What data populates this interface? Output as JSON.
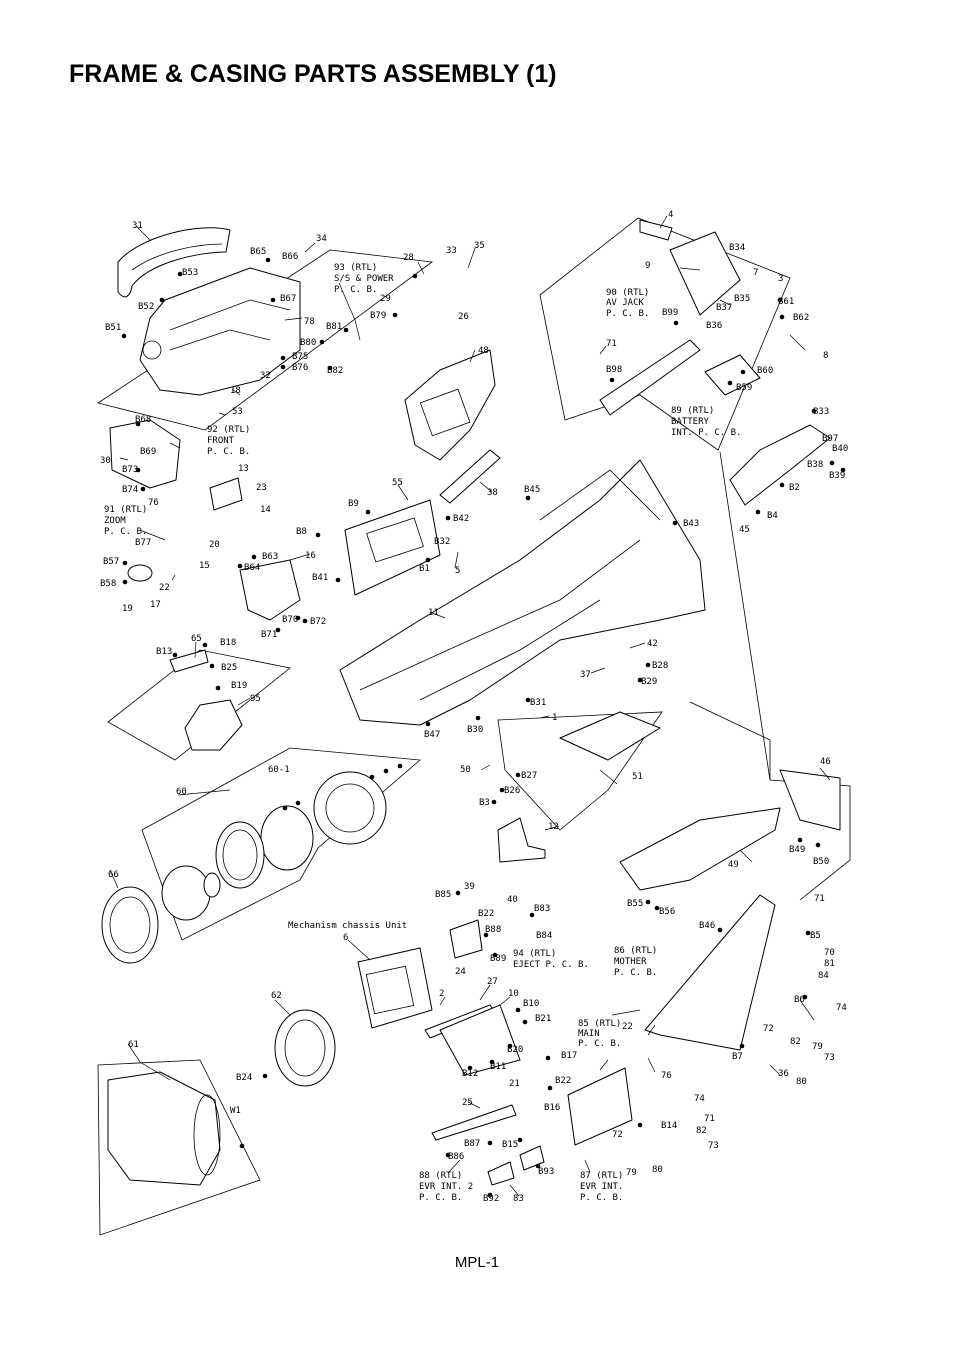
{
  "title": "FRAME & CASING PARTS ASSEMBLY (1)",
  "page_number": "MPL-1",
  "callouts": [
    {
      "id": "c1",
      "text": "31"
    },
    {
      "id": "c2",
      "text": "34"
    },
    {
      "id": "c3",
      "text": "B65"
    },
    {
      "id": "c4",
      "text": "B66"
    },
    {
      "id": "c5",
      "text": "B53"
    },
    {
      "id": "c6",
      "text": "B52"
    },
    {
      "id": "c7",
      "text": "B67"
    },
    {
      "id": "c8",
      "text": "B51"
    },
    {
      "id": "c9",
      "text": "78"
    },
    {
      "id": "c10",
      "text": "B80"
    },
    {
      "id": "c11",
      "text": "B75"
    },
    {
      "id": "c12",
      "text": "B76"
    },
    {
      "id": "c13",
      "text": "32"
    },
    {
      "id": "c14",
      "text": "18"
    },
    {
      "id": "c15",
      "text": "53"
    },
    {
      "id": "c16",
      "text": "28"
    },
    {
      "id": "c17",
      "text": "33"
    },
    {
      "id": "c18",
      "text": "35"
    },
    {
      "id": "c19",
      "text": "93 (RTL)"
    },
    {
      "id": "c20",
      "text": "S/S & POWER"
    },
    {
      "id": "c21",
      "text": "P. C. B."
    },
    {
      "id": "c22",
      "text": "29"
    },
    {
      "id": "c23",
      "text": "B79"
    },
    {
      "id": "c24",
      "text": "26"
    },
    {
      "id": "c25",
      "text": "B81"
    },
    {
      "id": "c26",
      "text": "B82"
    },
    {
      "id": "c27",
      "text": "48"
    },
    {
      "id": "c28",
      "text": "4"
    },
    {
      "id": "c29",
      "text": "B34"
    },
    {
      "id": "c30",
      "text": "9"
    },
    {
      "id": "c31",
      "text": "7"
    },
    {
      "id": "c32",
      "text": "3"
    },
    {
      "id": "c33",
      "text": "B35"
    },
    {
      "id": "c34",
      "text": "B37"
    },
    {
      "id": "c35",
      "text": "B36"
    },
    {
      "id": "c36",
      "text": "B61"
    },
    {
      "id": "c37",
      "text": "B62"
    },
    {
      "id": "c38",
      "text": "8"
    },
    {
      "id": "c39",
      "text": "90 (RTL)"
    },
    {
      "id": "c40",
      "text": "AV JACK"
    },
    {
      "id": "c41",
      "text": "P. C. B."
    },
    {
      "id": "c42",
      "text": "B99"
    },
    {
      "id": "c43",
      "text": "71"
    },
    {
      "id": "c44",
      "text": "B98"
    },
    {
      "id": "c45",
      "text": "B60"
    },
    {
      "id": "c46",
      "text": "B59"
    },
    {
      "id": "c47",
      "text": "89 (RTL)"
    },
    {
      "id": "c48",
      "text": "BATTERY"
    },
    {
      "id": "c49",
      "text": "INT.  P. C. B."
    },
    {
      "id": "c50",
      "text": "B33"
    },
    {
      "id": "c51",
      "text": "B97"
    },
    {
      "id": "c52",
      "text": "B40"
    },
    {
      "id": "c53",
      "text": "B38"
    },
    {
      "id": "c54",
      "text": "B39"
    },
    {
      "id": "c55",
      "text": "B2"
    },
    {
      "id": "c56",
      "text": "B4"
    },
    {
      "id": "c57",
      "text": "45"
    },
    {
      "id": "c58",
      "text": "B68"
    },
    {
      "id": "c59",
      "text": "92 (RTL)"
    },
    {
      "id": "c60",
      "text": "FRONT"
    },
    {
      "id": "c61",
      "text": "P. C. B."
    },
    {
      "id": "c62",
      "text": "B69"
    },
    {
      "id": "c63",
      "text": "30"
    },
    {
      "id": "c64",
      "text": "B73"
    },
    {
      "id": "c65",
      "text": "B74"
    },
    {
      "id": "c66",
      "text": "76"
    },
    {
      "id": "c67",
      "text": "13"
    },
    {
      "id": "c68",
      "text": "23"
    },
    {
      "id": "c69",
      "text": "14"
    },
    {
      "id": "c70",
      "text": "91 (RTL)"
    },
    {
      "id": "c71",
      "text": "ZOOM"
    },
    {
      "id": "c72",
      "text": "P. C. B."
    },
    {
      "id": "c73",
      "text": "B77"
    },
    {
      "id": "c74",
      "text": "20"
    },
    {
      "id": "c75",
      "text": "B63"
    },
    {
      "id": "c76",
      "text": "B64"
    },
    {
      "id": "c77",
      "text": "15"
    },
    {
      "id": "c78",
      "text": "16"
    },
    {
      "id": "c79",
      "text": "B57"
    },
    {
      "id": "c80",
      "text": "B58"
    },
    {
      "id": "c81",
      "text": "19"
    },
    {
      "id": "c82",
      "text": "17"
    },
    {
      "id": "c83",
      "text": "22"
    },
    {
      "id": "c84",
      "text": "B71"
    },
    {
      "id": "c85",
      "text": "B70"
    },
    {
      "id": "c86",
      "text": "B72"
    },
    {
      "id": "c87",
      "text": "B8"
    },
    {
      "id": "c88",
      "text": "B9"
    },
    {
      "id": "c89",
      "text": "55"
    },
    {
      "id": "c90",
      "text": "38"
    },
    {
      "id": "c91",
      "text": "B45"
    },
    {
      "id": "c92",
      "text": "B42"
    },
    {
      "id": "c93",
      "text": "B32"
    },
    {
      "id": "c94",
      "text": "B1"
    },
    {
      "id": "c95",
      "text": "5"
    },
    {
      "id": "c96",
      "text": "B41"
    },
    {
      "id": "c97",
      "text": "B43"
    },
    {
      "id": "c98",
      "text": "11"
    },
    {
      "id": "c99",
      "text": "42"
    },
    {
      "id": "c100",
      "text": "B28"
    },
    {
      "id": "c101",
      "text": "37"
    },
    {
      "id": "c102",
      "text": "B29"
    },
    {
      "id": "c103",
      "text": "B31"
    },
    {
      "id": "c104",
      "text": "1"
    },
    {
      "id": "c105",
      "text": "B30"
    },
    {
      "id": "c106",
      "text": "B47"
    },
    {
      "id": "c107",
      "text": "65"
    },
    {
      "id": "c108",
      "text": "B18"
    },
    {
      "id": "c109",
      "text": "B13"
    },
    {
      "id": "c110",
      "text": "B25"
    },
    {
      "id": "c111",
      "text": "B19"
    },
    {
      "id": "c112",
      "text": "95"
    },
    {
      "id": "c113",
      "text": "50"
    },
    {
      "id": "c114",
      "text": "B27"
    },
    {
      "id": "c115",
      "text": "B26"
    },
    {
      "id": "c116",
      "text": "B3"
    },
    {
      "id": "c117",
      "text": "51"
    },
    {
      "id": "c118",
      "text": "46"
    },
    {
      "id": "c119",
      "text": "12"
    },
    {
      "id": "c120",
      "text": "60-1"
    },
    {
      "id": "c121",
      "text": "60"
    },
    {
      "id": "c122",
      "text": "B49"
    },
    {
      "id": "c123",
      "text": "B50"
    },
    {
      "id": "c124",
      "text": "49"
    },
    {
      "id": "c125",
      "text": "66"
    },
    {
      "id": "c126",
      "text": "B85"
    },
    {
      "id": "c127",
      "text": "39"
    },
    {
      "id": "c128",
      "text": "40"
    },
    {
      "id": "c129",
      "text": "B83"
    },
    {
      "id": "c130",
      "text": "B22"
    },
    {
      "id": "c131",
      "text": "B88"
    },
    {
      "id": "c132",
      "text": "B84"
    },
    {
      "id": "c133",
      "text": "B89"
    },
    {
      "id": "c134",
      "text": "94 (RTL)"
    },
    {
      "id": "c135",
      "text": "EJECT P. C. B."
    },
    {
      "id": "c136",
      "text": "B55"
    },
    {
      "id": "c137",
      "text": "B56"
    },
    {
      "id": "c138",
      "text": "71"
    },
    {
      "id": "c139",
      "text": "B46"
    },
    {
      "id": "c140",
      "text": "B5"
    },
    {
      "id": "c141",
      "text": "70"
    },
    {
      "id": "c142",
      "text": "81"
    },
    {
      "id": "c143",
      "text": "84"
    },
    {
      "id": "c144",
      "text": "86 (RTL)"
    },
    {
      "id": "c145",
      "text": "MOTHER"
    },
    {
      "id": "c146",
      "text": "P. C. B."
    },
    {
      "id": "c147",
      "text": "Mechanism chassis Unit"
    },
    {
      "id": "c148",
      "text": "6"
    },
    {
      "id": "c149",
      "text": "24"
    },
    {
      "id": "c150",
      "text": "27"
    },
    {
      "id": "c151",
      "text": "2"
    },
    {
      "id": "c152",
      "text": "10"
    },
    {
      "id": "c153",
      "text": "B10"
    },
    {
      "id": "c154",
      "text": "B21"
    },
    {
      "id": "c155",
      "text": "62"
    },
    {
      "id": "c156",
      "text": "B6"
    },
    {
      "id": "c157",
      "text": "74"
    },
    {
      "id": "c158",
      "text": "72"
    },
    {
      "id": "c159",
      "text": "82"
    },
    {
      "id": "c160",
      "text": "79"
    },
    {
      "id": "c161",
      "text": "73"
    },
    {
      "id": "c162",
      "text": "85 (RTL)"
    },
    {
      "id": "c163",
      "text": "MAIN"
    },
    {
      "id": "c164",
      "text": "P. C. B."
    },
    {
      "id": "c165",
      "text": "22"
    },
    {
      "id": "c166",
      "text": "B7"
    },
    {
      "id": "c167",
      "text": "76"
    },
    {
      "id": "c168",
      "text": "36"
    },
    {
      "id": "c169",
      "text": "80"
    },
    {
      "id": "c170",
      "text": "61"
    },
    {
      "id": "c171",
      "text": "B24"
    },
    {
      "id": "c172",
      "text": "B20"
    },
    {
      "id": "c173",
      "text": "B17"
    },
    {
      "id": "c174",
      "text": "B12"
    },
    {
      "id": "c175",
      "text": "B11"
    },
    {
      "id": "c176",
      "text": "21"
    },
    {
      "id": "c177",
      "text": "B22"
    },
    {
      "id": "c178",
      "text": "B16"
    },
    {
      "id": "c179",
      "text": "W1"
    },
    {
      "id": "c180",
      "text": "25"
    },
    {
      "id": "c181",
      "text": "74"
    },
    {
      "id": "c182",
      "text": "71"
    },
    {
      "id": "c183",
      "text": "B14"
    },
    {
      "id": "c184",
      "text": "82"
    },
    {
      "id": "c185",
      "text": "72"
    },
    {
      "id": "c186",
      "text": "73"
    },
    {
      "id": "c187",
      "text": "B87"
    },
    {
      "id": "c188",
      "text": "B15"
    },
    {
      "id": "c189",
      "text": "B86"
    },
    {
      "id": "c190",
      "text": "B93"
    },
    {
      "id": "c191",
      "text": "79"
    },
    {
      "id": "c192",
      "text": "80"
    },
    {
      "id": "c193",
      "text": "88 (RTL)"
    },
    {
      "id": "c194",
      "text": "EVR INT. 2"
    },
    {
      "id": "c195",
      "text": "P. C. B."
    },
    {
      "id": "c196",
      "text": "B92"
    },
    {
      "id": "c197",
      "text": "83"
    },
    {
      "id": "c198",
      "text": "87 (RTL)"
    },
    {
      "id": "c199",
      "text": "EVR INT."
    },
    {
      "id": "c200",
      "text": "P. C. B."
    }
  ]
}
